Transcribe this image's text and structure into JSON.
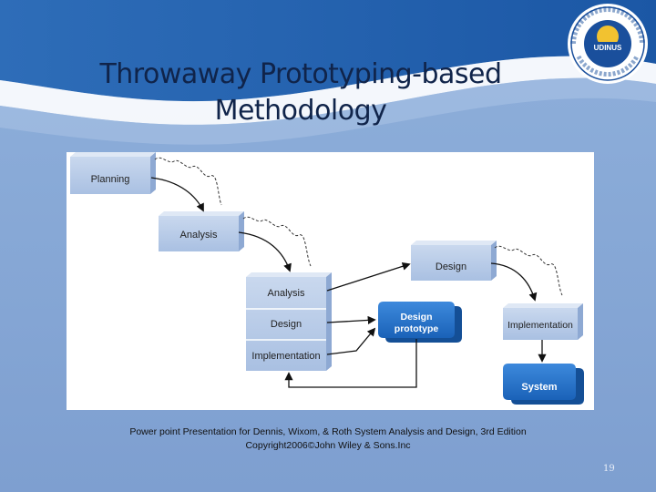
{
  "slide": {
    "title_line1": "Throwaway Prototyping-based",
    "title_line2": "Methodology",
    "caption_line1": "Power point Presentation for Dennis, Wixom, & Roth System Analysis and Design, 3rd Edition",
    "caption_line2": "Copyright2006©John Wiley & Sons.Inc",
    "page_number": "19",
    "logo_text": "UDINUS",
    "logo_ring_text": "UNIVERSITAS DIAN NUSWANTORO · SEMARANG",
    "colors": {
      "background_gradient": [
        "#1d5fae",
        "#8fb0db"
      ],
      "title": "#10244a",
      "box_light": "#b8cce6",
      "box_dark": "#1f6fc7"
    }
  },
  "diagram": {
    "planning": "Planning",
    "analysis": "Analysis",
    "stack_analysis": "Analysis",
    "stack_design": "Design",
    "stack_implementation": "Implementation",
    "design_prototype_line1": "Design",
    "design_prototype_line2": "prototype",
    "design": "Design",
    "implementation": "Implementation",
    "system": "System"
  }
}
